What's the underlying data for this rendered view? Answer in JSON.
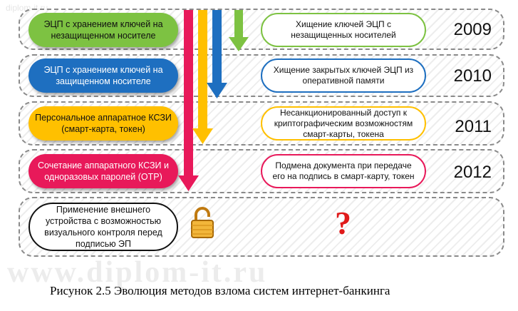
{
  "watermark": "diplom-it.ru",
  "watermark_large": "www.diplom-it.ru",
  "rows": [
    {
      "method": "ЭЦП с хранением ключей на незащищенном носителе",
      "threat": "Хищение ключей ЭЦП с незащищенных носителей",
      "year": "2009",
      "method_color": "#7dc242",
      "threat_border": "#7dc242",
      "arrow_color": "#7dc242"
    },
    {
      "method": "ЭЦП с хранением ключей на защищенном носителе",
      "threat": "Хищение закрытых ключей ЭЦП из оперативной памяти",
      "year": "2010",
      "method_color": "#1e6fc0",
      "threat_border": "#1e6fc0",
      "arrow_color": "#1e6fc0"
    },
    {
      "method": "Персональное аппаратное КСЗИ (смарт-карта, токен)",
      "threat": "Несанкционированный доступ к криптографическим возможностям смарт-карты, токена",
      "year": "2011",
      "method_color": "#ffc000",
      "threat_border": "#ffc000",
      "arrow_color": "#ffc000"
    },
    {
      "method": "Сочетание аппаратного КСЗИ и одноразовых паролей (OTP)",
      "threat": "Подмена документа при передаче его на подпись в смарт-карту, токен",
      "year": "2012",
      "method_color": "#e8195a",
      "threat_border": "#e8195a",
      "arrow_color": "#e8195a"
    }
  ],
  "final_row": {
    "method": "Применение внешнего устройства с возможностью визуального контроля перед подписью ЭП",
    "unknown_symbol": "?",
    "unknown_color": "#e01a1a",
    "icon": "padlock-open-icon"
  },
  "caption": "Рисунок 2.5 Эволюция методов взлома систем интернет-банкинга"
}
